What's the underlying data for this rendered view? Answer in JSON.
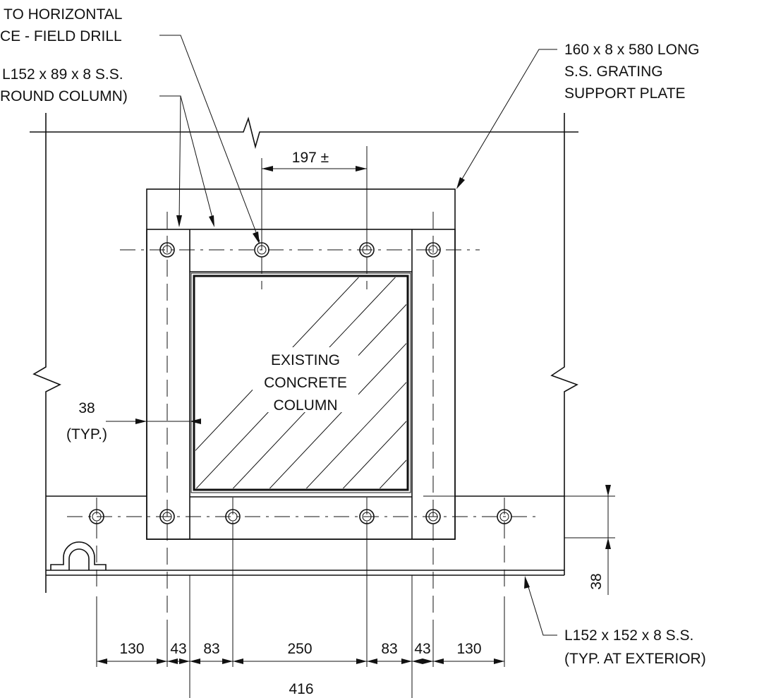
{
  "notes": {
    "horizontal_line1": "TO HORIZONTAL",
    "horizontal_line2": "CE - FIELD DRILL",
    "angle_line1": "L152 x 89 x 8 S.S.",
    "angle_line2": "ROUND COLUMN)",
    "plate_line1": "160 x 8 x 580 LONG",
    "plate_line2": "S.S. GRATING",
    "plate_line3": "SUPPORT PLATE",
    "exterior_line1": "L152 x 152 x 8 S.S.",
    "exterior_line2": "(TYP. AT EXTERIOR)"
  },
  "column_label": [
    "EXISTING",
    "CONCRETE",
    "COLUMN"
  ],
  "dims": {
    "top": "197 ±",
    "side_value": "38",
    "side_typ": "(TYP.)",
    "right_vertical": "38",
    "bottom": [
      "130",
      "43",
      "83",
      "250",
      "83",
      "43",
      "130"
    ],
    "overall": "416"
  }
}
